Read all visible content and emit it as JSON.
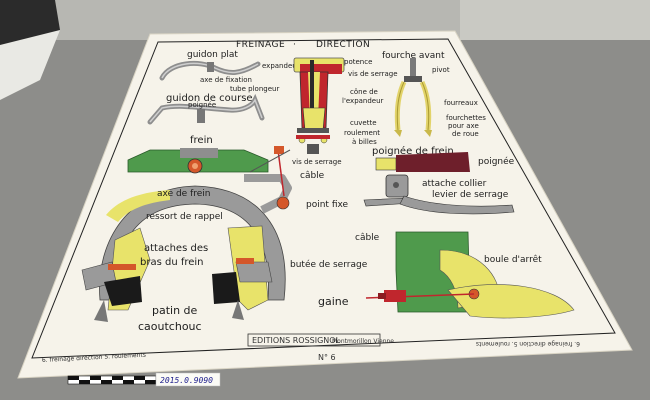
{
  "poster": {
    "title_left": "FREINAGE",
    "title_sep": "·",
    "title_right": "DIRECTION",
    "labels": {
      "guidon_plat": "guidon plat",
      "expandeur": "expandeur",
      "potence": "potence",
      "fourche_avant": "fourche avant",
      "pivot": "pivot",
      "vis_de_serrage_top": "vis de serrage",
      "axe_de_fixation": "axe de fixation",
      "tube_plongeur": "tube plongeur",
      "cone_de": "cône de",
      "l_expandeur": "l'expandeur",
      "guidon_de_course": "guidon de course",
      "poignee_small": "poignée",
      "fourreaux": "fourreaux",
      "fourchettes": "fourchettes",
      "pour_axe": "pour axe",
      "de_roue": "de roue",
      "cuvette": "cuvette",
      "roulement": "roulement",
      "a_billes": "à billes",
      "frein": "frein",
      "poignee_de_frein": "poignée de frein",
      "vis_de_serrage_mid": "vis de serrage",
      "poignee": "poignée",
      "cable": "câble",
      "attache_collier": "attache collier",
      "levier_de_serrage": "levier de serrage",
      "axe_de_frein": "axe de frein",
      "point_fixe": "point fixe",
      "ressort_de_rappel": "ressort de rappel",
      "cable_bottom": "câble",
      "attaches_des": "attaches des",
      "bras_du_frein": "bras du frein",
      "butee_de_serrage": "butée de serrage",
      "boule_d_arret": "boule d'arrêt",
      "gaine": "gaine",
      "patin_de": "patin de",
      "caoutchouc": "caoutchouc"
    },
    "publisher": "EDITIONS ROSSIGNOL",
    "publisher_city": "Montmorillon  Vienne",
    "number": "N° 6",
    "side_note_left": "6. freinage  direction  5. roulements",
    "side_note_right": "6. freinage  direction  5. roulements"
  },
  "inventory_tag": "2015.0.9090",
  "colors": {
    "background": "#8d8d8a",
    "paper": "#f6f3ea",
    "yellow": "#e8e36a",
    "green": "#4f9a4c",
    "red": "#c0262d",
    "grey_metal": "#9a9a9a",
    "maroon": "#6e1f2b",
    "black": "#1a1a1a"
  }
}
